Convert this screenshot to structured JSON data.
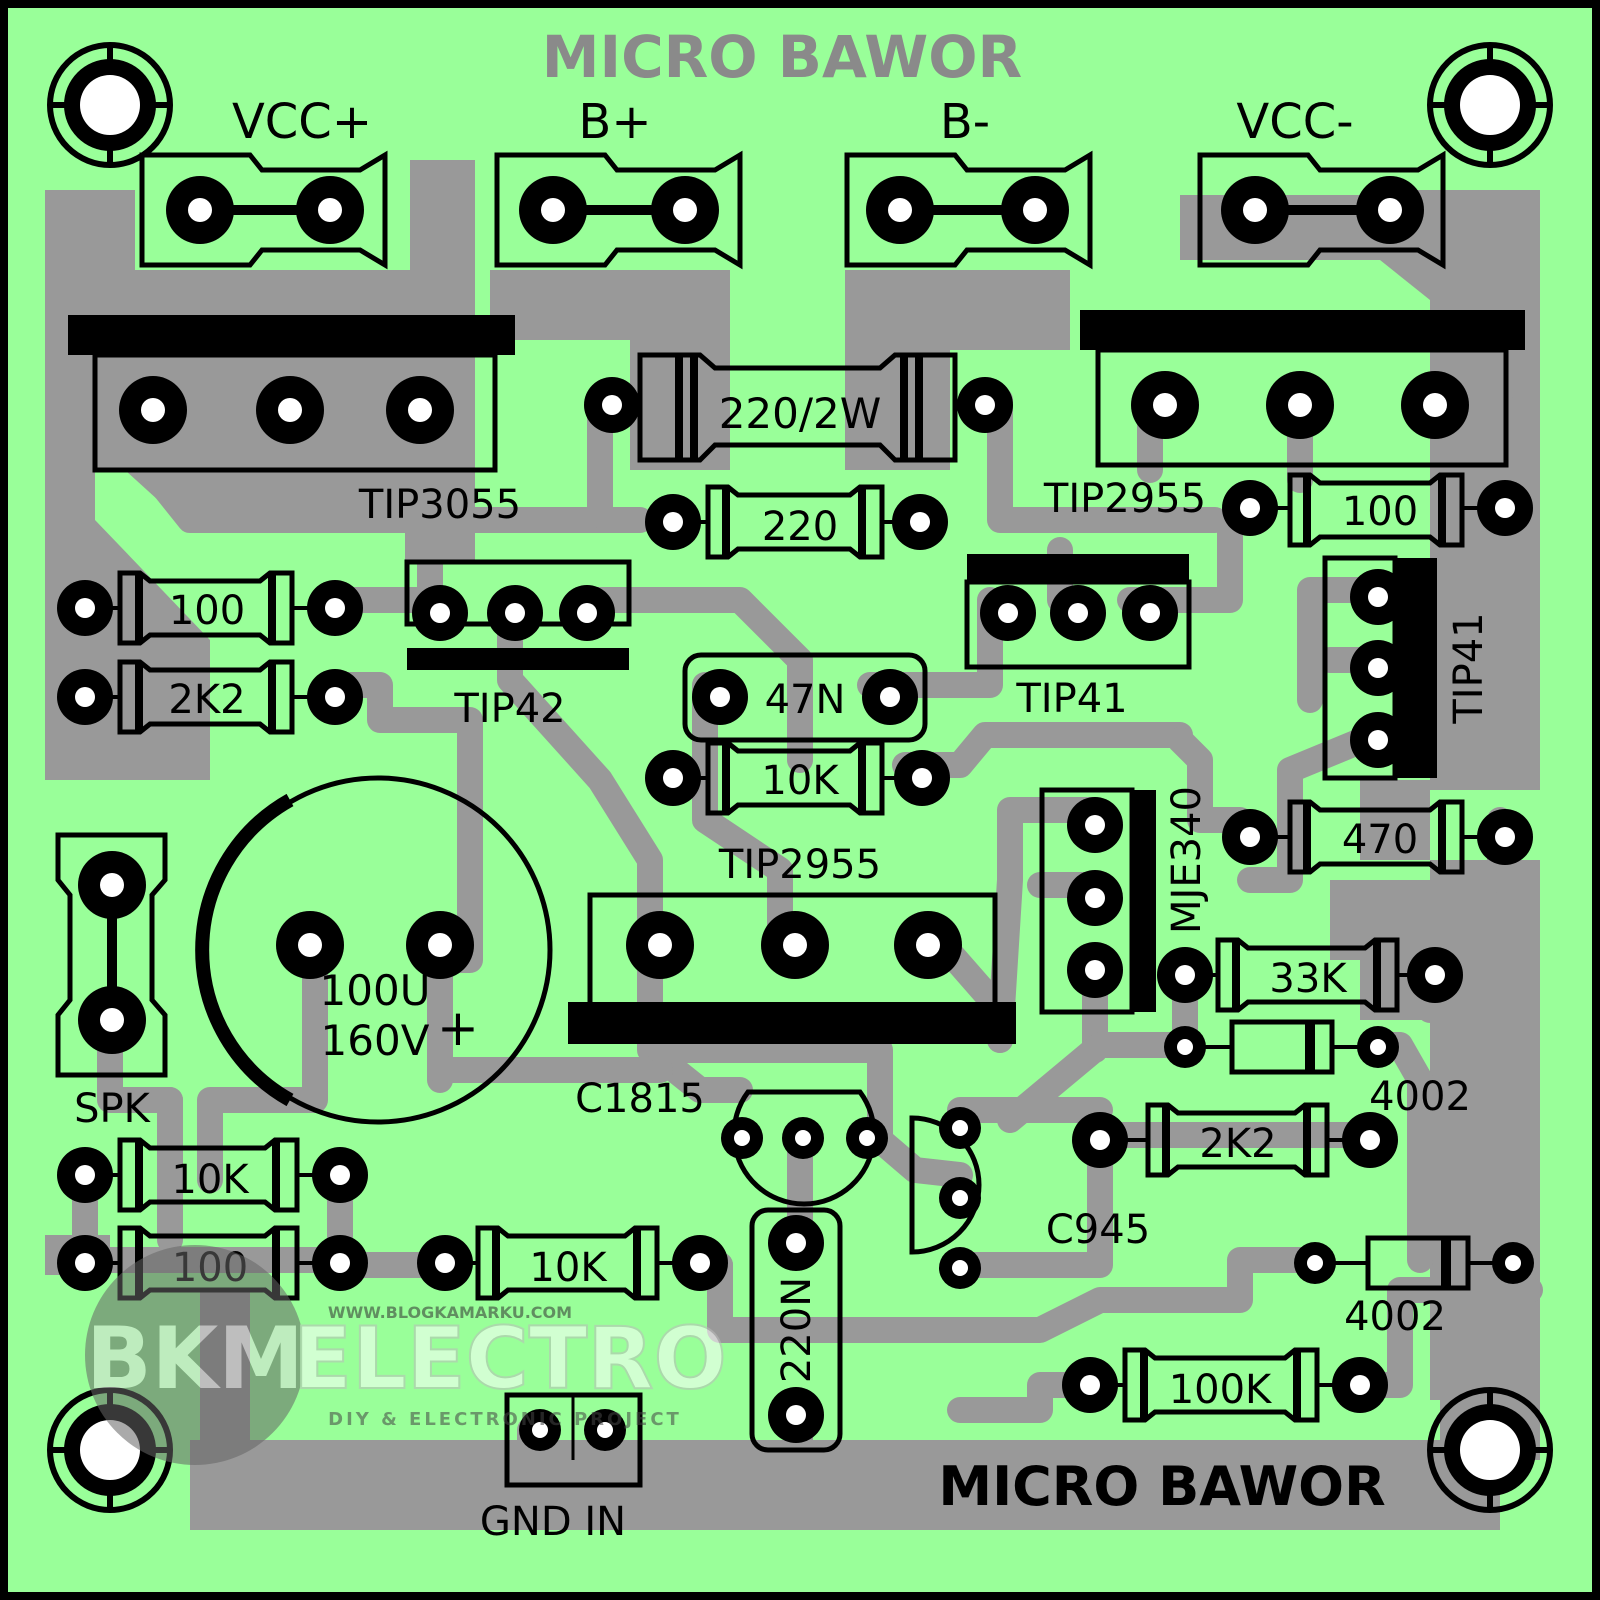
{
  "board": {
    "title_top": "MICRO BAWOR",
    "title_bottom": "MICRO BAWOR",
    "colors": {
      "board": "#99ff99",
      "copper": "#999999",
      "silk": "#000000",
      "pad_hole": "#ffffff",
      "title": "#8a8a8a"
    }
  },
  "connectors": {
    "vcc_plus": "VCC+",
    "b_plus": "B+",
    "b_minus": "B-",
    "vcc_minus": "VCC-",
    "spk": "SPK",
    "gnd_in": "GND IN"
  },
  "transistors": {
    "q_tip3055": "TIP3055",
    "q_tip2955_top": "TIP2955",
    "q_tip2955_mid": "TIP2955",
    "q_tip42": "TIP42",
    "q_tip41_h": "TIP41",
    "q_tip41_v": "TIP41",
    "q_mje340": "MJE340",
    "q_c1815": "C1815",
    "q_c945": "C945"
  },
  "resistors": {
    "r_220_2w": "220/2W",
    "r_220": "220",
    "r_100_right": "100",
    "r_100_left": "100",
    "r_2k2_left": "2K2",
    "r_10k_mid": "10K",
    "r_470": "470",
    "r_33k": "33K",
    "r_2k2_right": "2K2",
    "r_10k_bottom_left": "10K",
    "r_100_bottom_left": "100",
    "r_10k_bottom_mid": "10K",
    "r_100k": "100K"
  },
  "capacitors": {
    "c_47n": "47N",
    "c_100u_value": "100U",
    "c_100u_voltage": "160V",
    "c_100u_polarity": "+",
    "c_220n": "220N"
  },
  "diodes": {
    "d_4002_top": "4002",
    "d_4002_bottom": "4002"
  },
  "watermark": {
    "url": "WWW.BLOGKAMARKU.COM",
    "brand_left": "BKM",
    "brand_right": "ELECTRO",
    "tagline": "DIY  &  ELECTRONIC  PROJECT"
  }
}
